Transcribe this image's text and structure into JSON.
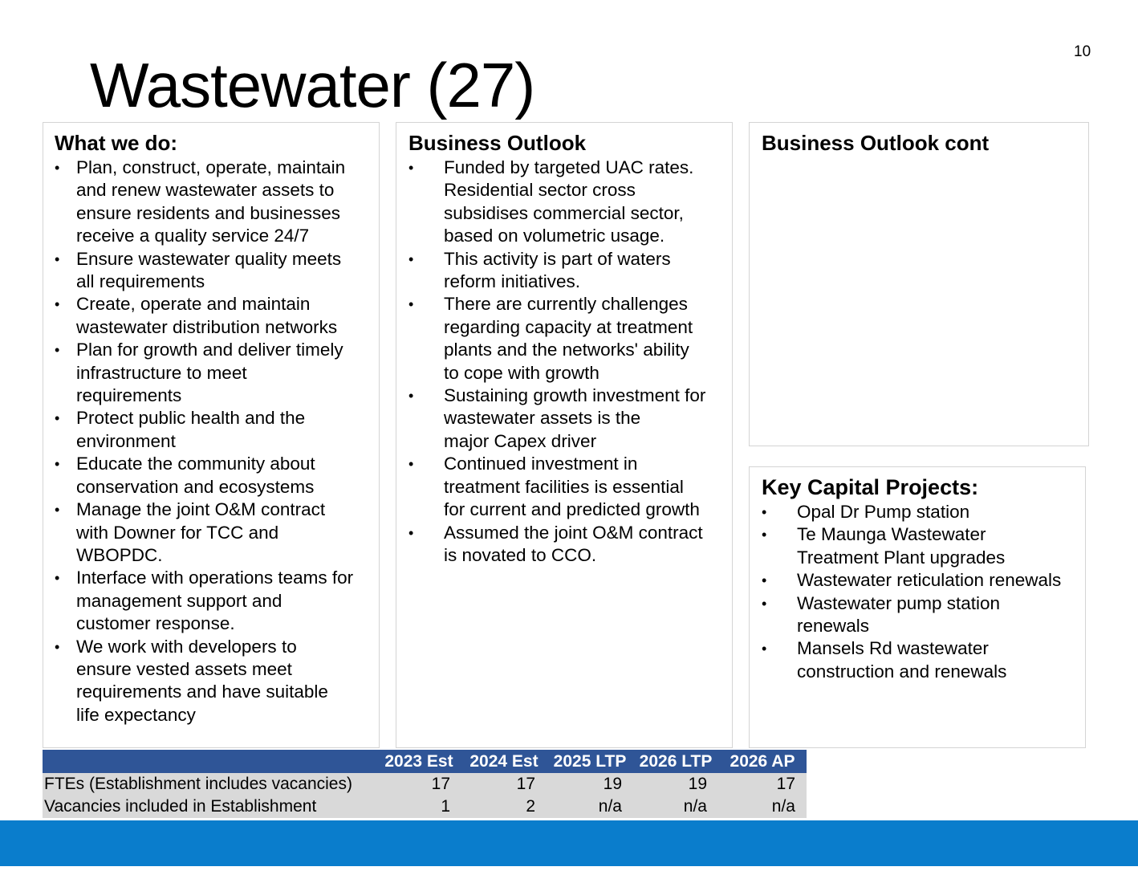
{
  "page_number": "10",
  "title": "Wastewater (27)",
  "what_we_do": {
    "heading": "What we do:",
    "items": [
      [
        "Plan, construct, operate, maintain",
        "and renew wastewater assets to",
        "ensure residents and businesses",
        "receive a quality service 24/7"
      ],
      [
        "Ensure wastewater quality meets",
        "all requirements"
      ],
      [
        "Create, operate and maintain",
        "wastewater distribution networks"
      ],
      [
        "Plan for growth and deliver timely",
        "infrastructure to meet",
        "requirements"
      ],
      [
        "Protect public health and the",
        "environment"
      ],
      [
        "Educate the community about",
        "conservation and ecosystems"
      ],
      [
        "Manage the joint O&M contract",
        "with Downer for TCC and",
        "WBOPDC."
      ],
      [
        "Interface with operations teams for",
        "management support and",
        "customer response."
      ],
      [
        "We work with developers to",
        "ensure vested assets meet",
        "requirements and have suitable",
        "life expectancy"
      ]
    ]
  },
  "business_outlook": {
    "heading": "Business Outlook",
    "items": [
      [
        "Funded by targeted UAC rates.",
        "Residential sector cross",
        "subsidises commercial sector,",
        "based on volumetric usage."
      ],
      [
        "This activity is part of waters",
        "reform initiatives."
      ],
      [
        "There are currently challenges",
        "regarding capacity at treatment",
        "plants and the networks' ability",
        "to cope with growth"
      ],
      [
        "Sustaining growth investment for",
        "wastewater assets is the",
        "major Capex driver"
      ],
      [
        "Continued investment in",
        "treatment facilities is essential",
        "for current and predicted growth"
      ],
      [
        "Assumed the joint O&M contract",
        "is novated to CCO."
      ]
    ]
  },
  "business_outlook_cont": {
    "heading": "Business Outlook cont"
  },
  "key_capital_projects": {
    "heading": "Key Capital Projects:",
    "items": [
      [
        "Opal Dr Pump station"
      ],
      [
        "Te Maunga Wastewater",
        "Treatment Plant upgrades"
      ],
      [
        "Wastewater reticulation renewals"
      ],
      [
        "Wastewater pump station",
        "renewals"
      ],
      [
        "Mansels Rd wastewater",
        "construction and renewals"
      ]
    ]
  },
  "staff_table": {
    "columns": [
      "",
      "2023 Est",
      "2024 Est",
      "2025 LTP",
      "2026 LTP",
      "2026 AP"
    ],
    "rows": [
      [
        "FTEs (Establishment includes vacancies)",
        "17",
        "17",
        "19",
        "19",
        "17"
      ],
      [
        "Vacancies included in Establishment",
        "1",
        "2",
        "n/a",
        "n/a",
        "n/a"
      ]
    ]
  },
  "bullet_glyph": "•",
  "colors": {
    "table_header": "#2f5597",
    "table_row": "#d9d9d9",
    "footer_bar": "#0a7dcc",
    "panel_border": "#d4d4d4"
  }
}
